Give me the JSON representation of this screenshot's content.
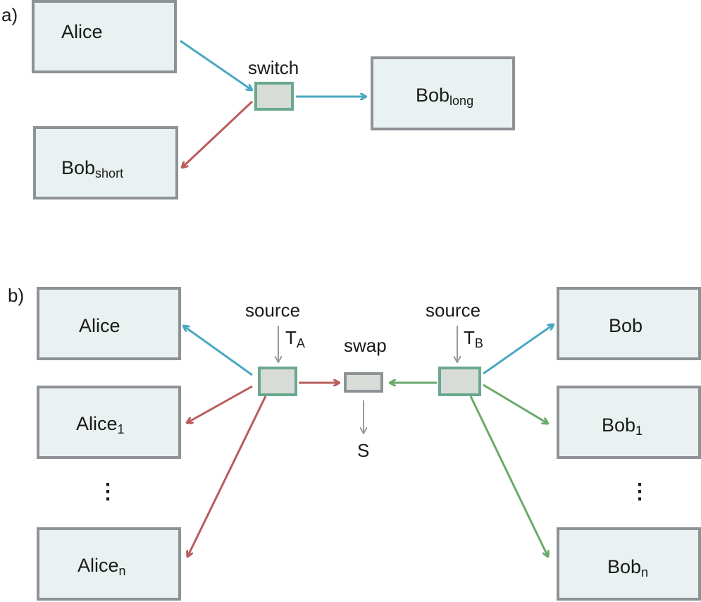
{
  "panel_a": {
    "label": "a)",
    "alice": "Alice",
    "switch_label": "switch",
    "bob_long_base": "Bob",
    "bob_long_sub": "long",
    "bob_short_base": "Bob",
    "bob_short_sub": "short"
  },
  "panel_b": {
    "label": "b)",
    "alice": "Alice",
    "alice1_base": "Alice",
    "alice1_sub": "1",
    "alicen_base": "Alice",
    "alicen_sub": "n",
    "bob": "Bob",
    "bob1_base": "Bob",
    "bob1_sub": "1",
    "bobn_base": "Bob",
    "bobn_sub": "n",
    "source_left": "source",
    "source_right": "source",
    "ta_base": "T",
    "ta_sub": "A",
    "tb_base": "T",
    "tb_sub": "B",
    "swap_label": "swap",
    "s_label": "S",
    "dots": "⋮"
  },
  "colors": {
    "blue_arrow": "#4aa8c2",
    "red_arrow": "#b85c5c",
    "green_arrow": "#6aaa6a",
    "gray_arrow": "#9a9a9a",
    "box_fill": "#e9f1f1",
    "box_border": "#8e9296",
    "node_border": "#6aa88e",
    "node_fill": "#d8dcd8"
  }
}
